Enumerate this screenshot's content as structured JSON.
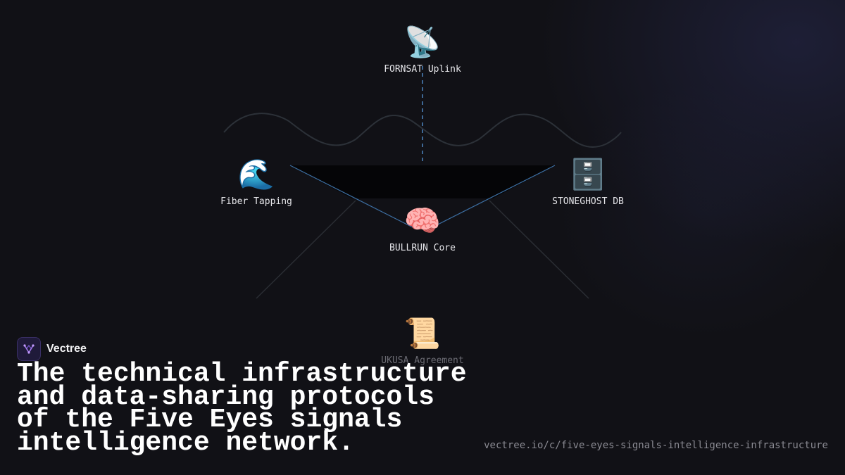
{
  "brand": {
    "name": "Vectree",
    "logo_icon": "v-tree-logo-icon"
  },
  "headline": "The technical infrastructure and data-sharing protocols of the Five Eyes signals intelligence network.",
  "url": "vectree.io/c/five-eyes-signals-intelligence-infrastructure",
  "diagram": {
    "nodes": [
      {
        "id": "fornsat",
        "label": "FORNSAT Uplink",
        "emoji": "📡",
        "icon": "satellite-dish-icon"
      },
      {
        "id": "fiber",
        "label": "Fiber Tapping",
        "emoji": "🌊",
        "icon": "wave-icon"
      },
      {
        "id": "stoneghost",
        "label": "STONEGHOST DB",
        "emoji": "🗄️",
        "icon": "file-cabinet-icon"
      },
      {
        "id": "bullrun",
        "label": "BULLRUN Core",
        "emoji": "🧠",
        "icon": "brain-icon"
      },
      {
        "id": "ukusa",
        "label": "UKUSA Agreement",
        "emoji": "📜",
        "icon": "scroll-icon"
      }
    ]
  },
  "colors": {
    "background": "#111116",
    "link": "#4a7fb5",
    "accent": "#8b5cf6"
  }
}
